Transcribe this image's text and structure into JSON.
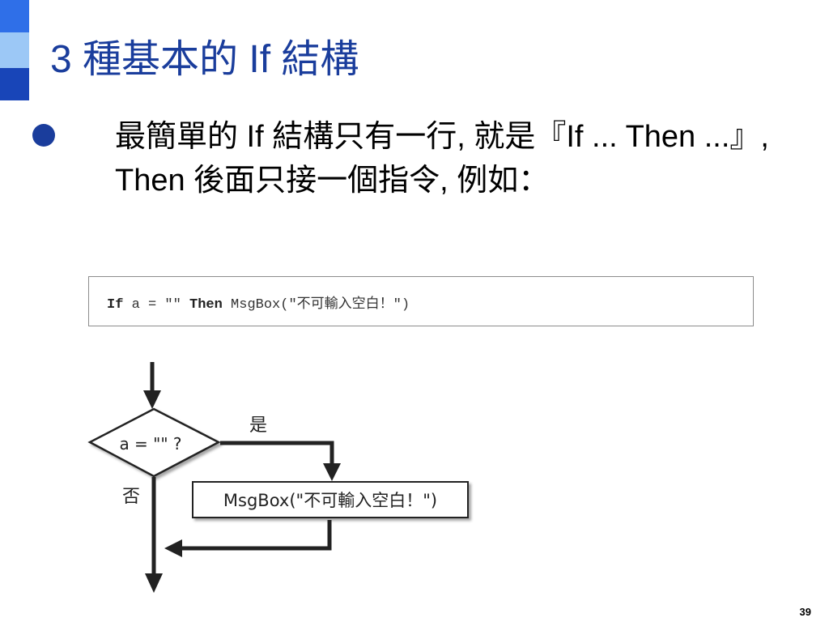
{
  "slide": {
    "title": "3 種基本的 If 結構",
    "bullet": "最簡單的 If 結構只有一行, 就是『If ... Then ...』, Then 後面只接一個指令, 例如：",
    "page_number": "39"
  },
  "code": {
    "kw_if": "If",
    "cond": " a = \"\" ",
    "kw_then": "Then",
    "stmt": " MsgBox(\"不可輸入空白！\")"
  },
  "flowchart": {
    "decision": "a = \"\" ?",
    "yes_label": "是",
    "no_label": "否",
    "process": "MsgBox(\"不可輸入空白！\")"
  },
  "colors": {
    "title": "#1a3d9c",
    "bullet": "#1a3d9c",
    "deco_top": "#2f6fe8",
    "deco_mid": "#9cc8f6",
    "deco_bottom": "#1845b8"
  }
}
